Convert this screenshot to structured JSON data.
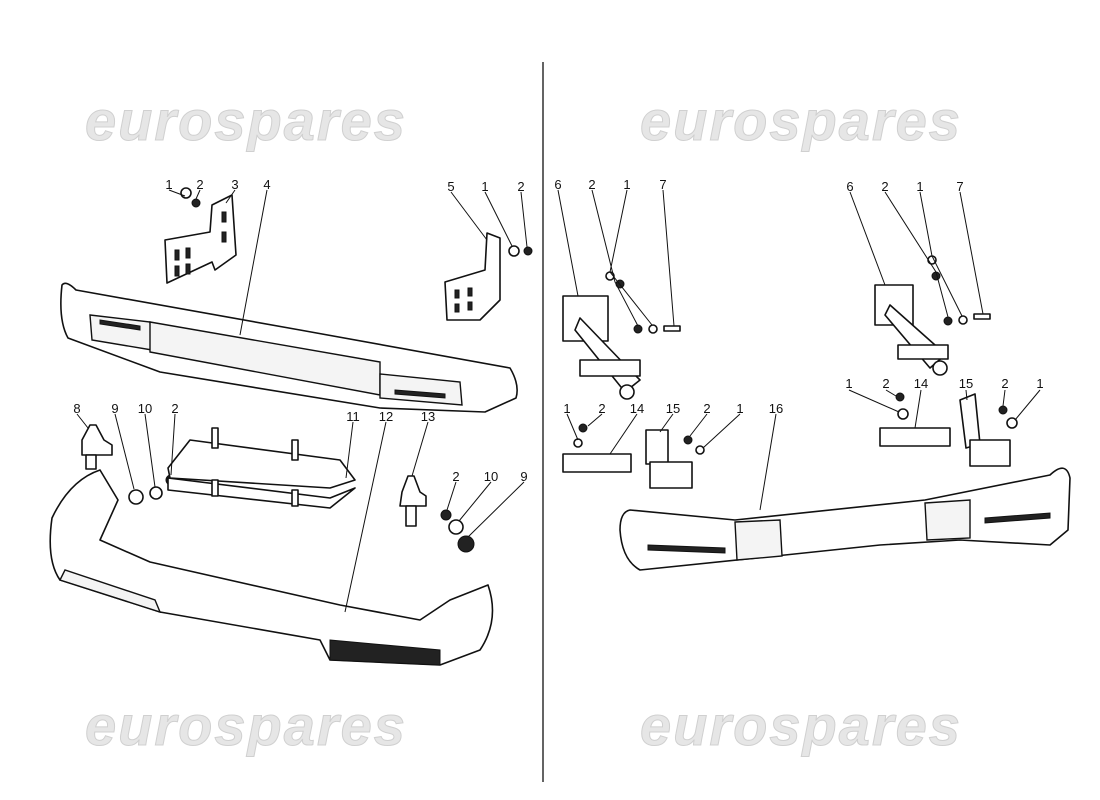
{
  "watermark": {
    "text": "eurospares"
  },
  "callouts": {
    "left_top": [
      "1",
      "2",
      "3",
      "4",
      "5",
      "1",
      "2"
    ],
    "left_mid": [
      "8",
      "9",
      "10",
      "2",
      "11",
      "12",
      "13",
      "2",
      "10",
      "9"
    ],
    "right_top": [
      "6",
      "2",
      "1",
      "7",
      "6",
      "2",
      "1",
      "7"
    ],
    "right_mid": [
      "1",
      "2",
      "14",
      "15",
      "2",
      "1",
      "16",
      "1",
      "2",
      "14",
      "15",
      "2",
      "1"
    ]
  }
}
